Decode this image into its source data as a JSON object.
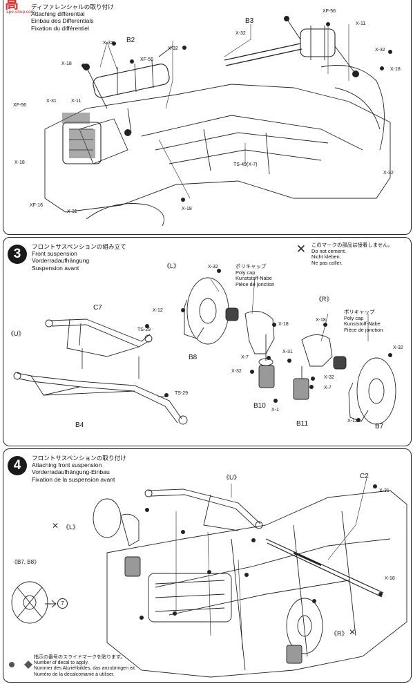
{
  "watermark": {
    "main": "高",
    "sub": "ape-shop.com"
  },
  "step2": {
    "title_jp": "ディファレンシャルの取り付け",
    "title_en": "Attaching differential",
    "title_de": "Einbau des Differentials",
    "title_fr": "Fixation du différentiel",
    "parts": {
      "b2": "B2",
      "b3": "B3"
    },
    "labels": {
      "x32a": "X-32",
      "x18a": "X-18",
      "xf56a": "XF-56",
      "x32b": "X-32",
      "x11a": "X-11",
      "xf56b": "XF-56",
      "x31a": "X-31",
      "x18b": "X-18",
      "xf16": "XF-16",
      "x31b": "X-31",
      "x18c": "X-18",
      "ts49": "TS-49(X-7)",
      "x32c": "X-32",
      "xf56c": "XF-56",
      "x11b": "X-11",
      "x32d": "X-32",
      "x18d": "X-18",
      "x32e": "X-32"
    }
  },
  "step3": {
    "number": "3",
    "title_jp": "フロントサスペンションの組み立て",
    "title_en": "Front suspension",
    "title_de": "Vorderradaufhängung",
    "title_fr": "Suspension avant",
    "no_cement": {
      "jp": "このマークの部品は接着しません。",
      "en": "Do not cement.",
      "de": "Nicht kleben.",
      "fr": "Ne pas coller."
    },
    "polycap_l": {
      "jp": "ポリキャップ",
      "en": "Poly cap",
      "de": "Kunststoff-Nabe",
      "fr": "Pièce de jonction"
    },
    "polycap_r": {
      "jp": "ポリキャップ",
      "en": "Poly cap",
      "de": "Kunststoff-Nabe",
      "fr": "Pièce de jonction"
    },
    "side_l": "《L》",
    "side_r": "《R》",
    "side_u": "《U》",
    "parts": {
      "c7": "C7",
      "b4": "B4",
      "b8": "B8",
      "b10": "B10",
      "b11": "B11",
      "b7": "B7"
    },
    "labels": {
      "x32a": "X-32",
      "x12a": "X-12",
      "x18a": "X-18",
      "x7a": "X-7",
      "x31a": "X-31",
      "x32b": "X-32",
      "x1": "X-1",
      "x18b": "X-18",
      "x32c": "X-32",
      "x32d": "X-32",
      "x7b": "X-7",
      "x12b": "X-12",
      "ts29a": "TS-29",
      "ts29b": "TS-29"
    }
  },
  "step4": {
    "number": "4",
    "title_jp": "フロントサスペンションの取り付け",
    "title_en": "Attaching front suspension",
    "title_de": "Vorderradaufhängung-Einbau",
    "title_fr": "Fixation de la suspension avant",
    "side_u": "《U》",
    "side_l": "《L》",
    "side_r": "《R》",
    "b7b8": "《B7, B8》",
    "decal_num": "7",
    "parts": {
      "c2": "C2"
    },
    "labels": {
      "x31": "X-31",
      "x18": "X-18"
    },
    "decal_note": {
      "jp": "指示の番号のスライドマークを貼ります。",
      "en": "Number of decal to apply.",
      "de": "Nummer des Abziehbildes, das anzubringen ist.",
      "fr": "Numéro de la décalcomanie à utiliser."
    }
  }
}
